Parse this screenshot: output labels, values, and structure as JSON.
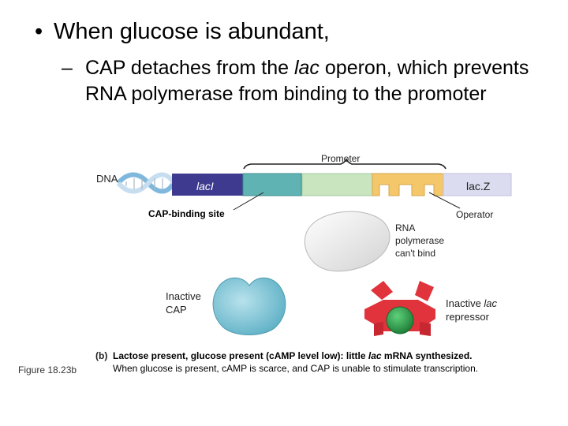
{
  "slide": {
    "bullet": "When glucose is abundant,",
    "sub_dash": "–",
    "sub_text_a": "CAP detaches from the ",
    "sub_text_italic": "lac",
    "sub_text_b": " operon, which prevents RNA polymerase from binding to the promoter"
  },
  "diagram": {
    "promoter_label": "Promoter",
    "dna_label": "DNA",
    "laci_label": "lacI",
    "lacz_label": "lac.Z",
    "cap_site_label": "CAP-binding site",
    "operator_label": "Operator",
    "rnap_label_1": "RNA",
    "rnap_label_2": "polymerase",
    "rnap_label_3": "can't bind",
    "cap_label_1": "Inactive",
    "cap_label_2": "CAP",
    "repressor_label_1": "Inactive ",
    "repressor_label_italic": "lac",
    "repressor_label_2": "repressor",
    "colors": {
      "laci_box": "#3d3a8f",
      "cap_site": "#5fb3b3",
      "promoter_region": "#c8e5c0",
      "operator": "#f5c76b",
      "lacz": "#dcdcf0",
      "cap_protein": "#7fc5d5",
      "repressor": "#e0333b",
      "inducer": "#2e9e4a"
    }
  },
  "caption": {
    "part": "(b)",
    "line1_a": "Lactose present, glucose present (cAMP level low): little ",
    "line1_italic": "lac",
    "line1_b": " mRNA synthesized.",
    "line2": "When glucose is present, cAMP is scarce, and CAP is unable to stimulate transcription.",
    "figure": "Figure 18.23b"
  }
}
